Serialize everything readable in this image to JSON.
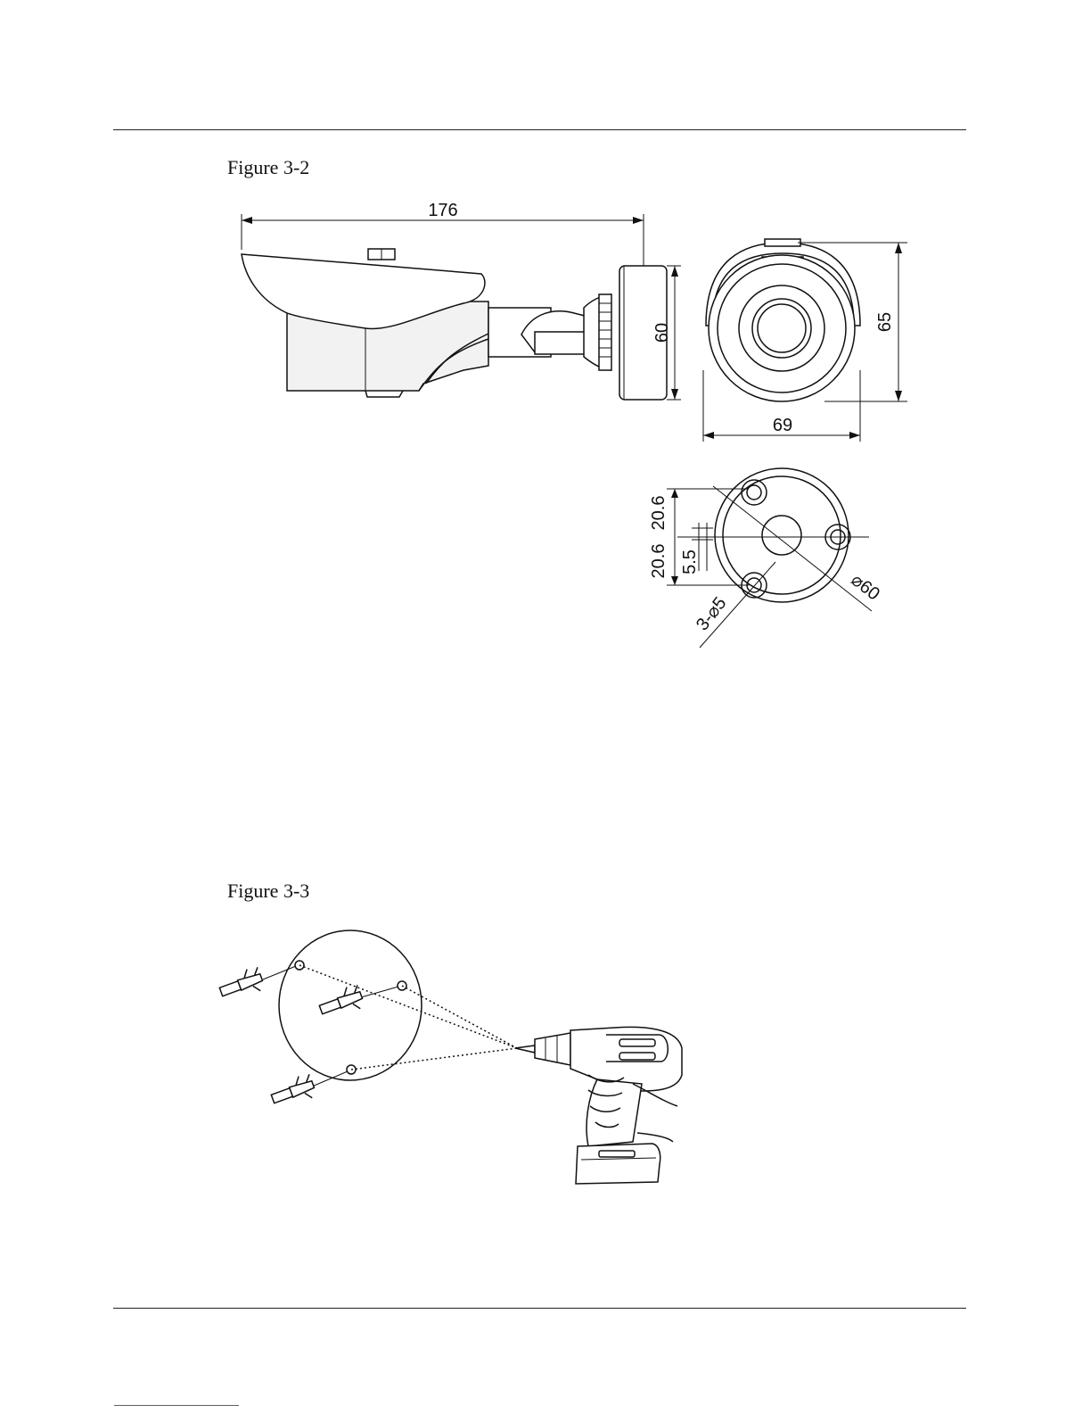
{
  "figures": [
    {
      "caption": "Figure 3-2",
      "dimensions": {
        "length": "176",
        "base_height": "60",
        "front_height": "65",
        "front_width": "69",
        "offset_upper": "20.6",
        "offset_lower": "20.6",
        "offset_small": "5.5",
        "base_diameter": "⌀60",
        "hole_spec": "3-⌀5"
      }
    },
    {
      "caption": "Figure 3-3"
    }
  ]
}
